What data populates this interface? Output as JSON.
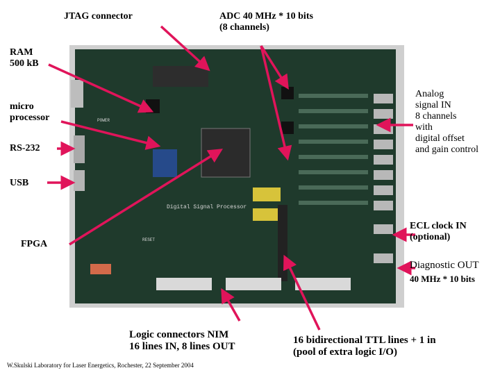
{
  "labels": {
    "jtag": "JTAG connector",
    "adc_line1": "ADC 40 MHz * 10 bits",
    "adc_line2": "(8 channels)",
    "ram_line1": "RAM",
    "ram_line2": "500 kB",
    "micro_line1": "micro",
    "micro_line2": "processor",
    "rs232": "RS-232",
    "usb": "USB",
    "fpga": "FPGA",
    "analog_line1": "Analog",
    "analog_line2": "signal  IN",
    "analog_line3": "8 channels",
    "analog_line4": "with",
    "analog_line5": "digital offset",
    "analog_line6": "and gain control",
    "ecl_line1": "ECL clock IN",
    "ecl_line2": "(optional)",
    "diag_line1": "Diagnostic OUT",
    "diag_line2": "40 MHz * 10 bits",
    "logic_line1": "Logic connectors NIM",
    "logic_line2": "16 lines IN, 8 lines OUT",
    "ttl_line1": "16 bidirectional TTL lines + 1 in",
    "ttl_line2": "(pool of extra logic I/O)",
    "credit": "W.Skulski   Laboratory for Laser Energetics,  Rochester,  22 September 2004"
  },
  "board_print": {
    "title": "Digital Signal Processor",
    "power": "POWER",
    "reset": "RESET"
  },
  "colors": {
    "arrow": "#e0145a",
    "board": "#1f3a2c",
    "frame": "#c8c8c8"
  }
}
